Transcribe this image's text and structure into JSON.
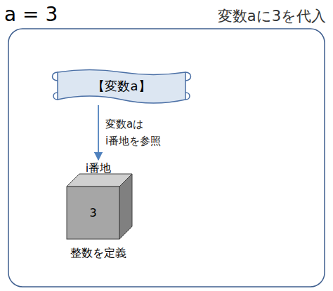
{
  "diagram": {
    "nodes": [
      {
        "text": [
          "【変数a】"
        ]
      },
      {
        "text": [
          "i番地",
          "3",
          "整数を定義"
        ]
      }
    ],
    "edges": [
      {
        "from": 0,
        "to": 1,
        "arrow": "to",
        "label": "変数aは i番地を参照"
      }
    ],
    "labels": [
      "a = 3",
      "変数aに3を代入"
    ]
  }
}
